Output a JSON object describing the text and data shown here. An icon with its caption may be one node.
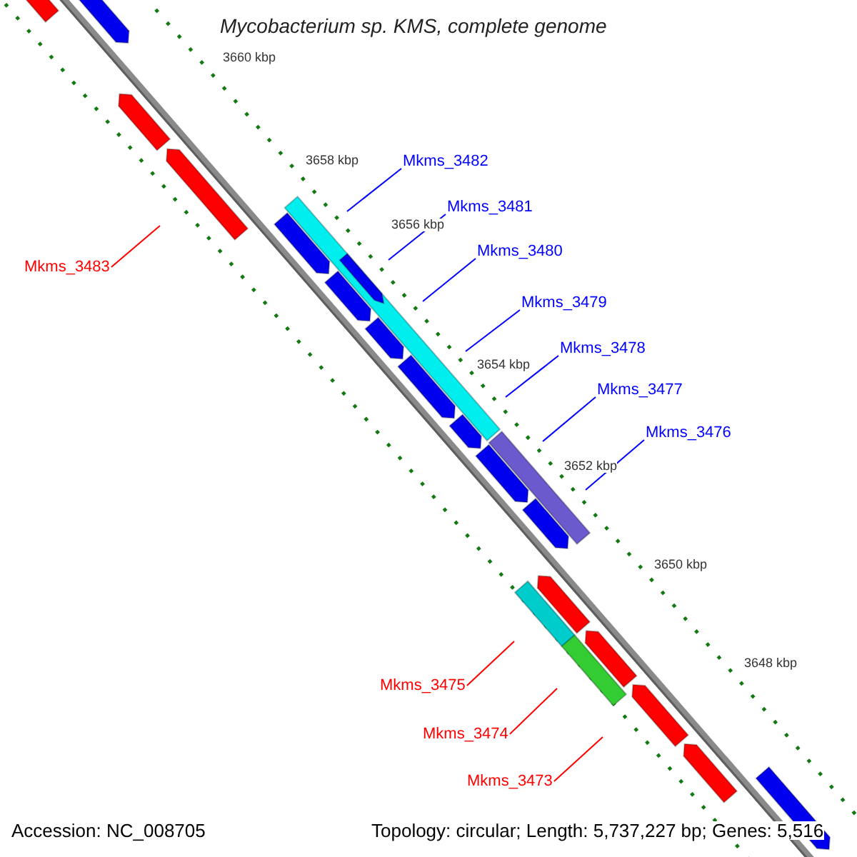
{
  "diagram": {
    "title": "Mycobacterium sp. KMS, complete genome",
    "nodes": [
      {
        "text": [
          "Mkms_3483"
        ]
      },
      {
        "text": [
          "Mkms_3482"
        ]
      },
      {
        "text": [
          "Mkms_3481"
        ]
      },
      {
        "text": [
          "Mkms_3480"
        ]
      },
      {
        "text": [
          "Mkms_3479"
        ]
      },
      {
        "text": [
          "Mkms_3478"
        ]
      },
      {
        "text": [
          "Mkms_3477"
        ]
      },
      {
        "text": [
          "Mkms_3476"
        ]
      },
      {
        "text": [
          "Mkms_3475"
        ]
      },
      {
        "text": [
          "Mkms_3474"
        ]
      },
      {
        "text": [
          "Mkms_3473"
        ]
      }
    ],
    "edges": [
      {
        "from": 0,
        "to": null,
        "arrow": "none",
        "color": "#ff0000"
      },
      {
        "from": 1,
        "to": null,
        "arrow": "none"
      },
      {
        "from": 2,
        "to": null,
        "arrow": "none"
      },
      {
        "from": 3,
        "to": null,
        "arrow": "none"
      },
      {
        "from": 4,
        "to": null,
        "arrow": "none"
      },
      {
        "from": 5,
        "to": null,
        "arrow": "none"
      },
      {
        "from": 6,
        "to": null,
        "arrow": "none"
      },
      {
        "from": 7,
        "to": null,
        "arrow": "none"
      },
      {
        "from": 8,
        "to": null,
        "arrow": "none",
        "color": "#ff0000"
      },
      {
        "from": 9,
        "to": null,
        "arrow": "none",
        "color": "#ff0000"
      },
      {
        "from": 10,
        "to": null,
        "arrow": "none",
        "color": "#ff0000"
      }
    ],
    "labels": [
      "3660 kbp",
      "3658 kbp",
      "3656 kbp",
      "3654 kbp",
      "3652 kbp",
      "3650 kbp",
      "3648 kbp",
      "Accession: NC_008705",
      "Topology: circular; Length: 5,737,227 bp; Genes: 5,516"
    ]
  }
}
